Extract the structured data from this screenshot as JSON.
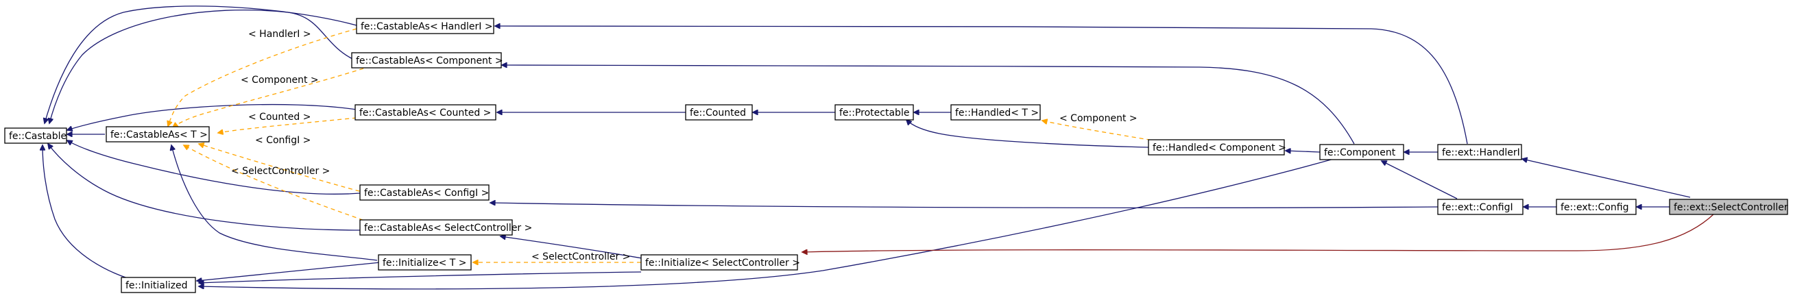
{
  "diagram": {
    "nodes": {
      "castable": "fe::Castable",
      "castable_as_t": "fe::CastableAs< T >",
      "castable_as_handleri": "fe::CastableAs< HandlerI >",
      "castable_as_component": "fe::CastableAs< Component >",
      "castable_as_counted": "fe::CastableAs< Counted >",
      "castable_as_configi": "fe::CastableAs< ConfigI >",
      "castable_as_selectcontroller": "fe::CastableAs< SelectController >",
      "initialized": "fe::Initialized",
      "initialize_t": "fe::Initialize< T >",
      "initialize_selectcontroller": "fe::Initialize< SelectController >",
      "counted": "fe::Counted",
      "protectable": "fe::Protectable",
      "handled_t": "fe::Handled< T >",
      "handled_component": "fe::Handled< Component >",
      "component": "fe::Component",
      "ext_handleri": "fe::ext::HandlerI",
      "ext_configi": "fe::ext::ConfigI",
      "ext_config": "fe::ext::Config",
      "ext_selectcontroller": "fe::ext::SelectController"
    },
    "edge_labels": {
      "handleri": "< HandlerI >",
      "component": "< Component >",
      "counted": "< Counted >",
      "configi": "< ConfigI >",
      "selectcontroller": "< SelectController >",
      "handled_component": "< Component >",
      "initialize_selectcontroller": "< SelectController >"
    },
    "colors": {
      "inheritance": "#191970",
      "template": "#ffa500",
      "instantiation": "#8b1a1a",
      "highlight_fill": "#bfbfbf"
    }
  }
}
